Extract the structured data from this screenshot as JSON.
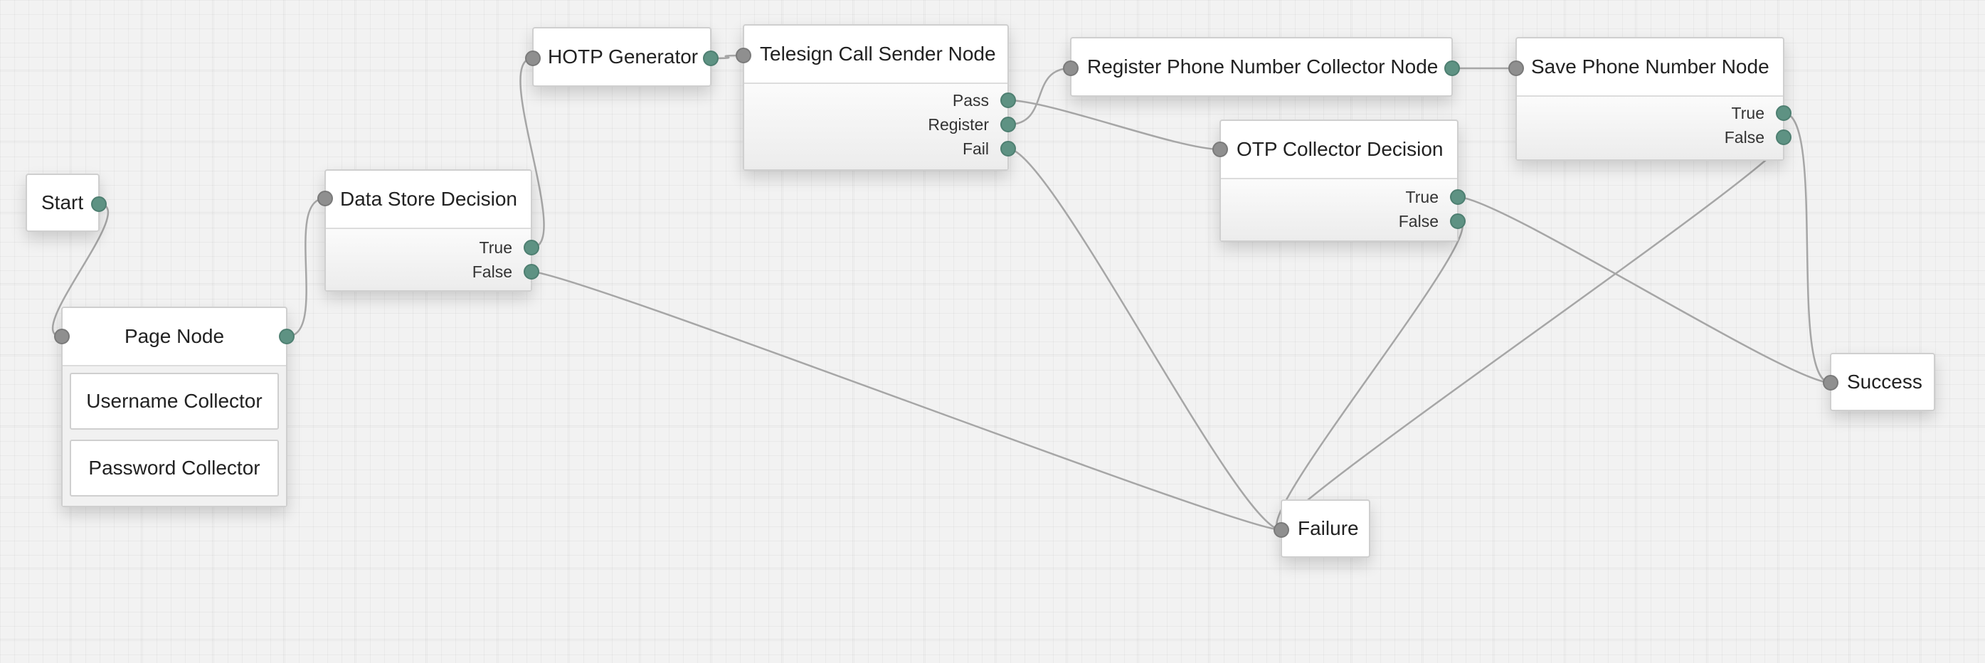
{
  "nodes": {
    "start": {
      "title": "Start"
    },
    "page_node": {
      "title": "Page Node",
      "children": [
        "Username Collector",
        "Password Collector"
      ]
    },
    "data_store": {
      "title": "Data Store Decision",
      "outcomes": [
        "True",
        "False"
      ]
    },
    "hotp": {
      "title": "HOTP Generator"
    },
    "telesign": {
      "title": "Telesign Call Sender Node",
      "outcomes": [
        "Pass",
        "Register",
        "Fail"
      ]
    },
    "register_phone": {
      "title": "Register Phone Number Collector Node"
    },
    "otp_collector": {
      "title": "OTP Collector Decision",
      "outcomes": [
        "True",
        "False"
      ]
    },
    "save_phone": {
      "title": "Save Phone Number Node",
      "outcomes": [
        "True",
        "False"
      ]
    },
    "success": {
      "title": "Success"
    },
    "failure": {
      "title": "Failure"
    }
  },
  "colors": {
    "wire": "#a6a6a6",
    "input_port": "#8f8f8f",
    "output_port": "#5e9283",
    "canvas": "#f2f2f2"
  }
}
